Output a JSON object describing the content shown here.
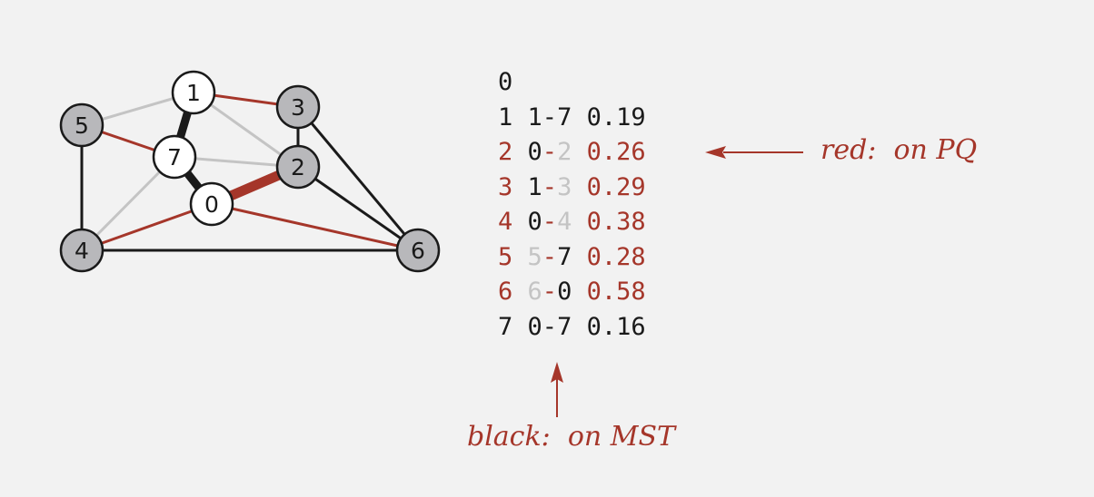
{
  "colors": {
    "background": "#f2f2f2",
    "red": "#a5362a",
    "black": "#1a1a1a",
    "gray_edge": "#c4c4c4",
    "gray_node": "#b8b8bb",
    "white_node": "#ffffff"
  },
  "graph": {
    "nodes": [
      {
        "id": "0",
        "state": "tree"
      },
      {
        "id": "1",
        "state": "tree"
      },
      {
        "id": "2",
        "state": "fringe"
      },
      {
        "id": "3",
        "state": "fringe"
      },
      {
        "id": "4",
        "state": "fringe"
      },
      {
        "id": "5",
        "state": "fringe"
      },
      {
        "id": "6",
        "state": "fringe"
      },
      {
        "id": "7",
        "state": "tree"
      }
    ],
    "edges": [
      {
        "from": "1",
        "to": "5",
        "kind": "gray"
      },
      {
        "from": "1",
        "to": "2",
        "kind": "gray"
      },
      {
        "from": "7",
        "to": "2",
        "kind": "gray"
      },
      {
        "from": "7",
        "to": "4",
        "kind": "gray"
      },
      {
        "from": "1",
        "to": "3",
        "kind": "red"
      },
      {
        "from": "5",
        "to": "7",
        "kind": "red"
      },
      {
        "from": "0",
        "to": "4",
        "kind": "red"
      },
      {
        "from": "0",
        "to": "6",
        "kind": "red"
      },
      {
        "from": "5",
        "to": "4",
        "kind": "black"
      },
      {
        "from": "4",
        "to": "6",
        "kind": "black"
      },
      {
        "from": "3",
        "to": "2",
        "kind": "black"
      },
      {
        "from": "3",
        "to": "6",
        "kind": "black"
      },
      {
        "from": "2",
        "to": "6",
        "kind": "black"
      },
      {
        "from": "1",
        "to": "7",
        "kind": "mst"
      },
      {
        "from": "7",
        "to": "0",
        "kind": "mst"
      },
      {
        "from": "0",
        "to": "2",
        "kind": "pq_min"
      }
    ]
  },
  "table": {
    "rows": [
      {
        "v": "0",
        "v_color": "black",
        "a": "",
        "a_color": "black",
        "dash_color": "black",
        "b": "",
        "b_color": "black",
        "w": "",
        "w_color": "black"
      },
      {
        "v": "1",
        "v_color": "black",
        "a": "1",
        "a_color": "black",
        "dash_color": "black",
        "b": "7",
        "b_color": "black",
        "w": "0.19",
        "w_color": "black"
      },
      {
        "v": "2",
        "v_color": "red",
        "a": "0",
        "a_color": "black",
        "dash_color": "red",
        "b": "2",
        "b_color": "gray",
        "w": "0.26",
        "w_color": "red"
      },
      {
        "v": "3",
        "v_color": "red",
        "a": "1",
        "a_color": "black",
        "dash_color": "red",
        "b": "3",
        "b_color": "gray",
        "w": "0.29",
        "w_color": "red"
      },
      {
        "v": "4",
        "v_color": "red",
        "a": "0",
        "a_color": "black",
        "dash_color": "red",
        "b": "4",
        "b_color": "gray",
        "w": "0.38",
        "w_color": "red"
      },
      {
        "v": "5",
        "v_color": "red",
        "a": "5",
        "a_color": "gray",
        "dash_color": "red",
        "b": "7",
        "b_color": "black",
        "w": "0.28",
        "w_color": "red"
      },
      {
        "v": "6",
        "v_color": "red",
        "a": "6",
        "a_color": "gray",
        "dash_color": "red",
        "b": "0",
        "b_color": "black",
        "w": "0.58",
        "w_color": "red"
      },
      {
        "v": "7",
        "v_color": "black",
        "a": "0",
        "a_color": "black",
        "dash_color": "black",
        "b": "7",
        "b_color": "black",
        "w": "0.16",
        "w_color": "black"
      }
    ]
  },
  "annotations": {
    "red_note": "red:  on PQ",
    "black_note": "black:  on MST"
  }
}
